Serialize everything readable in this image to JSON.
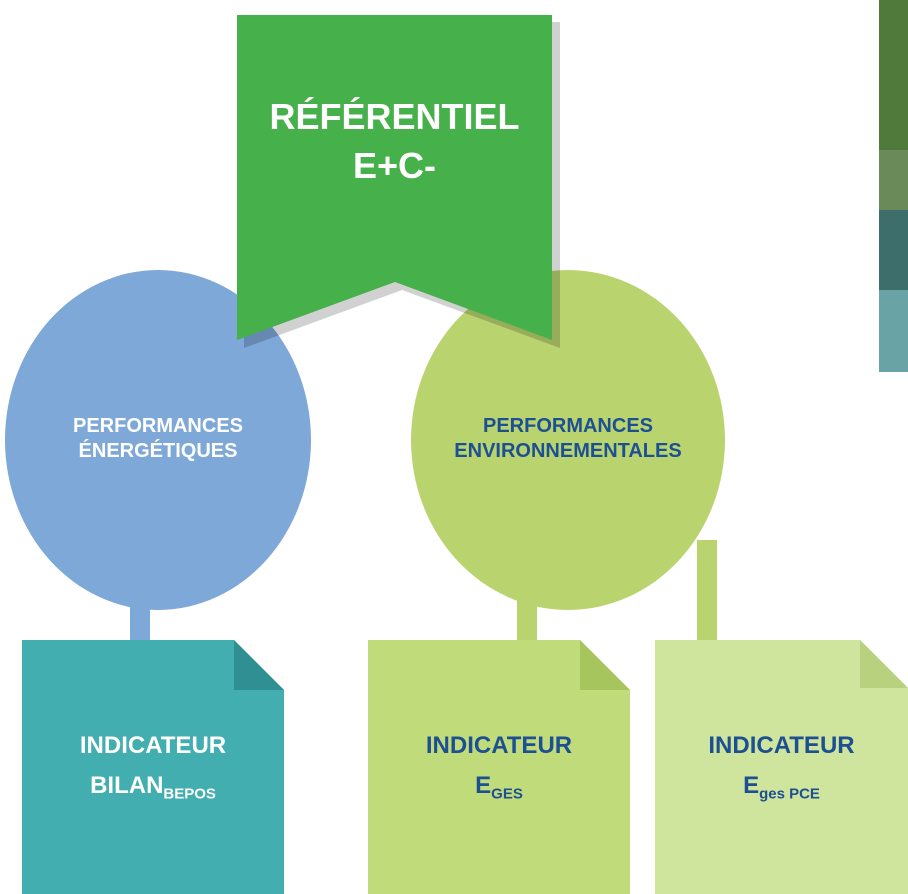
{
  "colors": {
    "green_banner": "#46b04a",
    "blue_circle": "#7ea8d8",
    "lightgreen_circle": "#b9d46f",
    "teal_box": "#43aeb0",
    "green_box": "#c0dc7a",
    "pale_box": "#cfe49c",
    "connector_blue": "#7ea8d8",
    "connector_green": "#b9d46f",
    "text_white": "#ffffff",
    "text_navy": "#1d4f93"
  },
  "banner": {
    "line1": "RÉFÉRENTIEL",
    "line2": "E+C-"
  },
  "circles": [
    {
      "line1": "PERFORMANCES",
      "line2": "ÉNERGÉTIQUES"
    },
    {
      "line1": "PERFORMANCES",
      "line2": "ENVIRONNEMENTALES"
    }
  ],
  "boxes": [
    {
      "line1": "INDICATEUR",
      "main": "BILAN",
      "sub": "BEPOS"
    },
    {
      "line1": "INDICATEUR",
      "main": "E",
      "sub": "GES"
    },
    {
      "line1": "INDICATEUR",
      "main": "E",
      "sub": "ges PCE"
    }
  ],
  "photo": {
    "description_icon": "landscape-photo"
  }
}
